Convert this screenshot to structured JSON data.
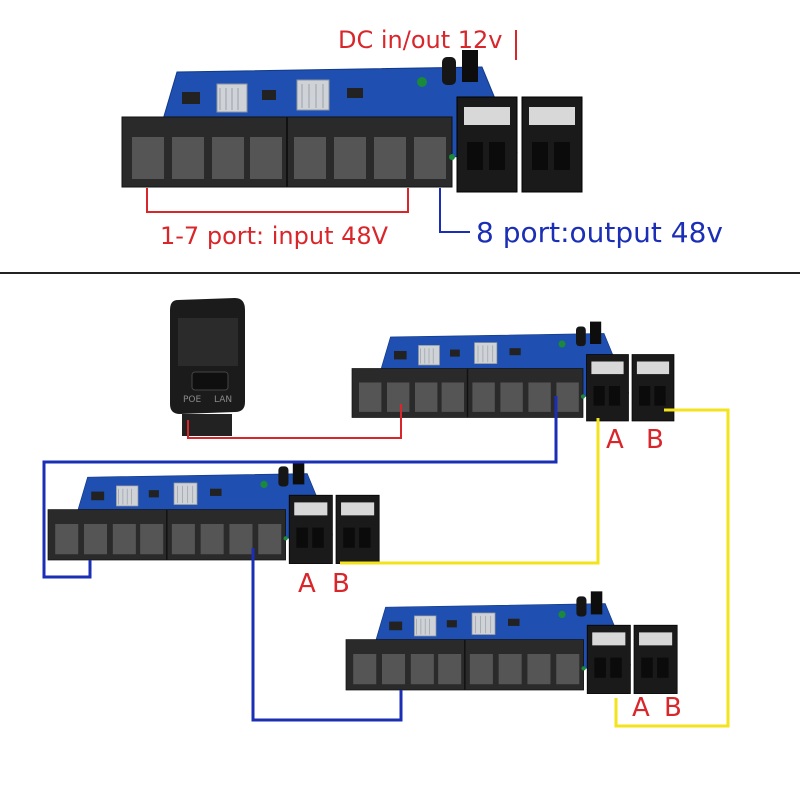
{
  "top_panel": {
    "dc_label": "DC in/out  12v",
    "input_label": "1-7 port: input 48V",
    "output_label": "8 port:output 48v"
  },
  "adapter": {
    "labels": [
      "POE",
      "LAN"
    ]
  },
  "switches": [
    {
      "port_a": "A",
      "port_b": "B"
    },
    {
      "port_a": "A",
      "port_b": "B"
    },
    {
      "port_a": "A",
      "port_b": "B"
    }
  ],
  "colors": {
    "red": "#d9262b",
    "blue": "#1a2fb5",
    "yellow": "#f2e31b",
    "pcb": "#1f4fb0",
    "port_body": "#555555",
    "divider": "#222222"
  }
}
